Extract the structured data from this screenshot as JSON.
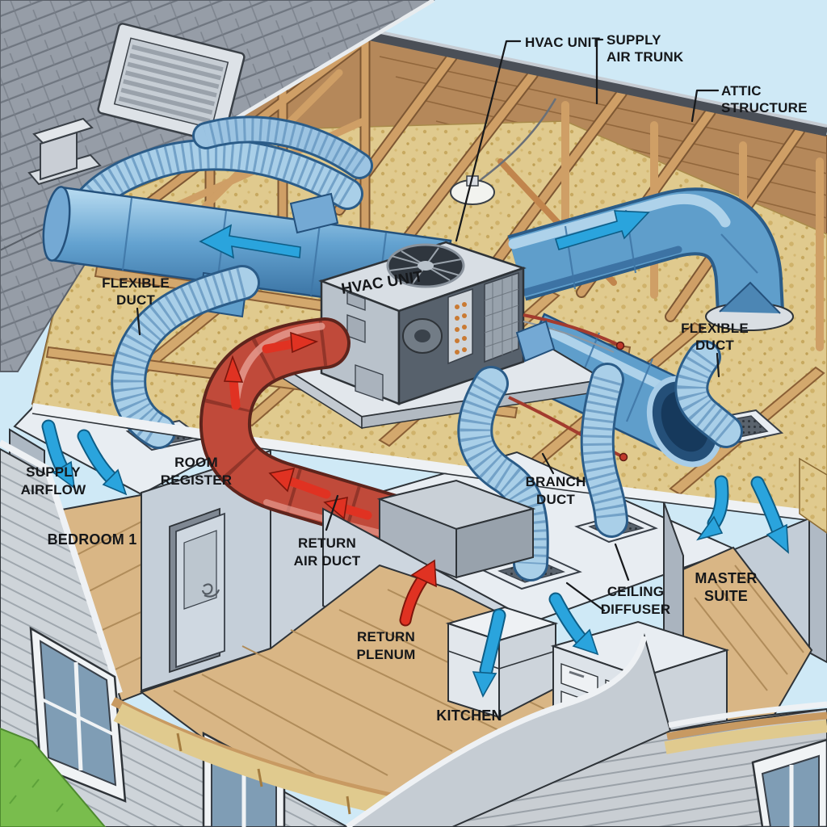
{
  "illustration": {
    "labels": {
      "hvac_unit_callout": "HVAC UNIT",
      "supply_air_trunk_1": "SUPPLY",
      "supply_air_trunk_2": "AIR TRUNK",
      "attic_structure_1": "ATTIC",
      "attic_structure_2": "STRUCTURE",
      "flexible_duct_left_1": "FLEXIBLE",
      "flexible_duct_left_2": "DUCT",
      "hvac_unit_box": "HVAC UNIT",
      "flexible_duct_right_1": "FLEXIBLE",
      "flexible_duct_right_2": "DUCT",
      "supply_airflow_1": "SUPPLY",
      "supply_airflow_2": "AIRFLOW",
      "room_register_1": "ROOM",
      "room_register_2": "REGISTER",
      "branch_duct_1": "BRANCH",
      "branch_duct_2": "DUCT",
      "bedroom_1": "BEDROOM 1",
      "return_air_duct_1": "RETURN",
      "return_air_duct_2": "AIR DUCT",
      "master_suite_1": "MASTER",
      "master_suite_2": "SUITE",
      "ceiling_diffuser_1": "CEILING",
      "ceiling_diffuser_2": "DIFFUSER",
      "return_plenum_1": "RETURN",
      "return_plenum_2": "PLENUM",
      "kitchen": "KITCHEN"
    },
    "colors": {
      "sky": "#cfe9f6",
      "roof_shingles": "#969da7",
      "roof_sheathing": "#b5885a",
      "wood_framing": "#cf9f66",
      "insulation": "#e0ca8e",
      "supply_duct_blue": "#5f9ecb",
      "flex_duct_blue": "#a9cfe8",
      "return_duct_red": "#c04a3a",
      "supply_arrow_blue": "#2aa4dd",
      "return_arrow_red": "#e03222",
      "hvac_unit_gray": "#d8dee4",
      "ceiling_white": "#e8edf2",
      "wall_gray": "#c5cfd9",
      "floor_wood": "#d9b685",
      "siding_gray": "#ced4d9",
      "grass_green": "#79bd4d"
    }
  }
}
